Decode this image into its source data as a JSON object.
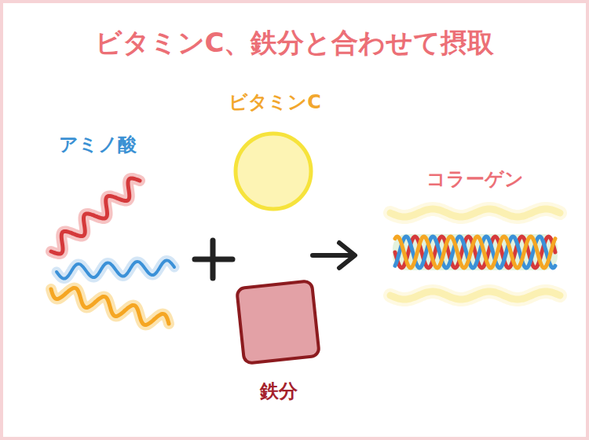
{
  "diagram": {
    "title": "ビタミンC、鉄分と合わせて摂取",
    "nodes": [
      {
        "text": [
          "ビタミンC"
        ]
      },
      {
        "text": [
          "アミノ酸"
        ]
      },
      {
        "text": [
          "コラーゲン"
        ]
      },
      {
        "text": [
          "鉄分"
        ]
      }
    ]
  }
}
